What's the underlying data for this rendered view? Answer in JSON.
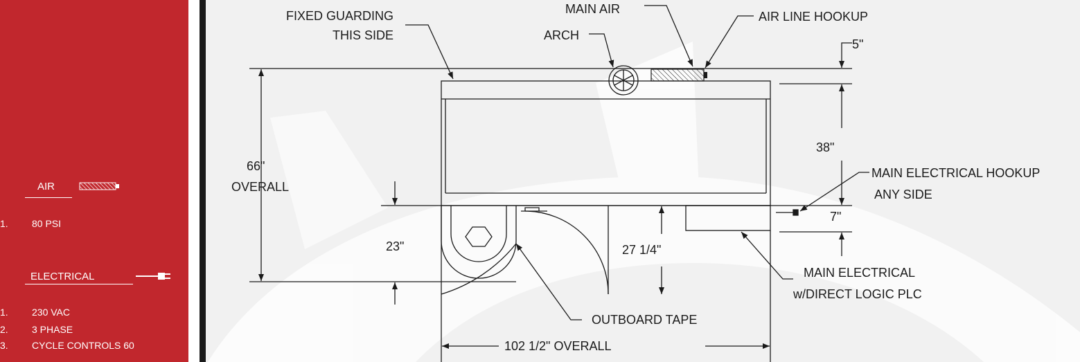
{
  "sidebar": {
    "air": {
      "heading": "AIR",
      "items": [
        {
          "num": "1.",
          "text": "80 PSI"
        }
      ]
    },
    "electrical": {
      "heading": "ELECTRICAL",
      "items": [
        {
          "num": "1.",
          "text": "230 VAC"
        },
        {
          "num": "2.",
          "text": "3 PHASE"
        },
        {
          "num": "3.",
          "text": "CYCLE CONTROLS 60"
        }
      ]
    }
  },
  "drawing": {
    "labels": {
      "fixed_guarding_1": "FIXED GUARDING",
      "fixed_guarding_2": "THIS SIDE",
      "main_air_1": "MAIN AIR",
      "main_air_2": "ARCH",
      "air_line_hookup": "AIR LINE HOOKUP",
      "main_electrical_hookup_1": "MAIN ELECTRICAL HOOKUP",
      "main_electrical_hookup_2": "ANY SIDE",
      "main_electrical_1": "MAIN ELECTRICAL",
      "main_electrical_2": "w/DIRECT LOGIC PLC",
      "outboard_tape": "OUTBOARD TAPE"
    },
    "dimensions": {
      "overall_height_1": "66\"",
      "overall_height_2": "OVERALL",
      "top_clearance": "5\"",
      "frame_height": "38\"",
      "base_height": "7\"",
      "tape_height": "23\"",
      "table_height": "27 1/4\"",
      "overall_width": "102 1/2\" OVERALL"
    }
  },
  "colors": {
    "sidebar": "#c1272d",
    "line": "#1a1a1a",
    "drawing_bg": "#f1f1f1",
    "watermark": "#ffffff"
  }
}
